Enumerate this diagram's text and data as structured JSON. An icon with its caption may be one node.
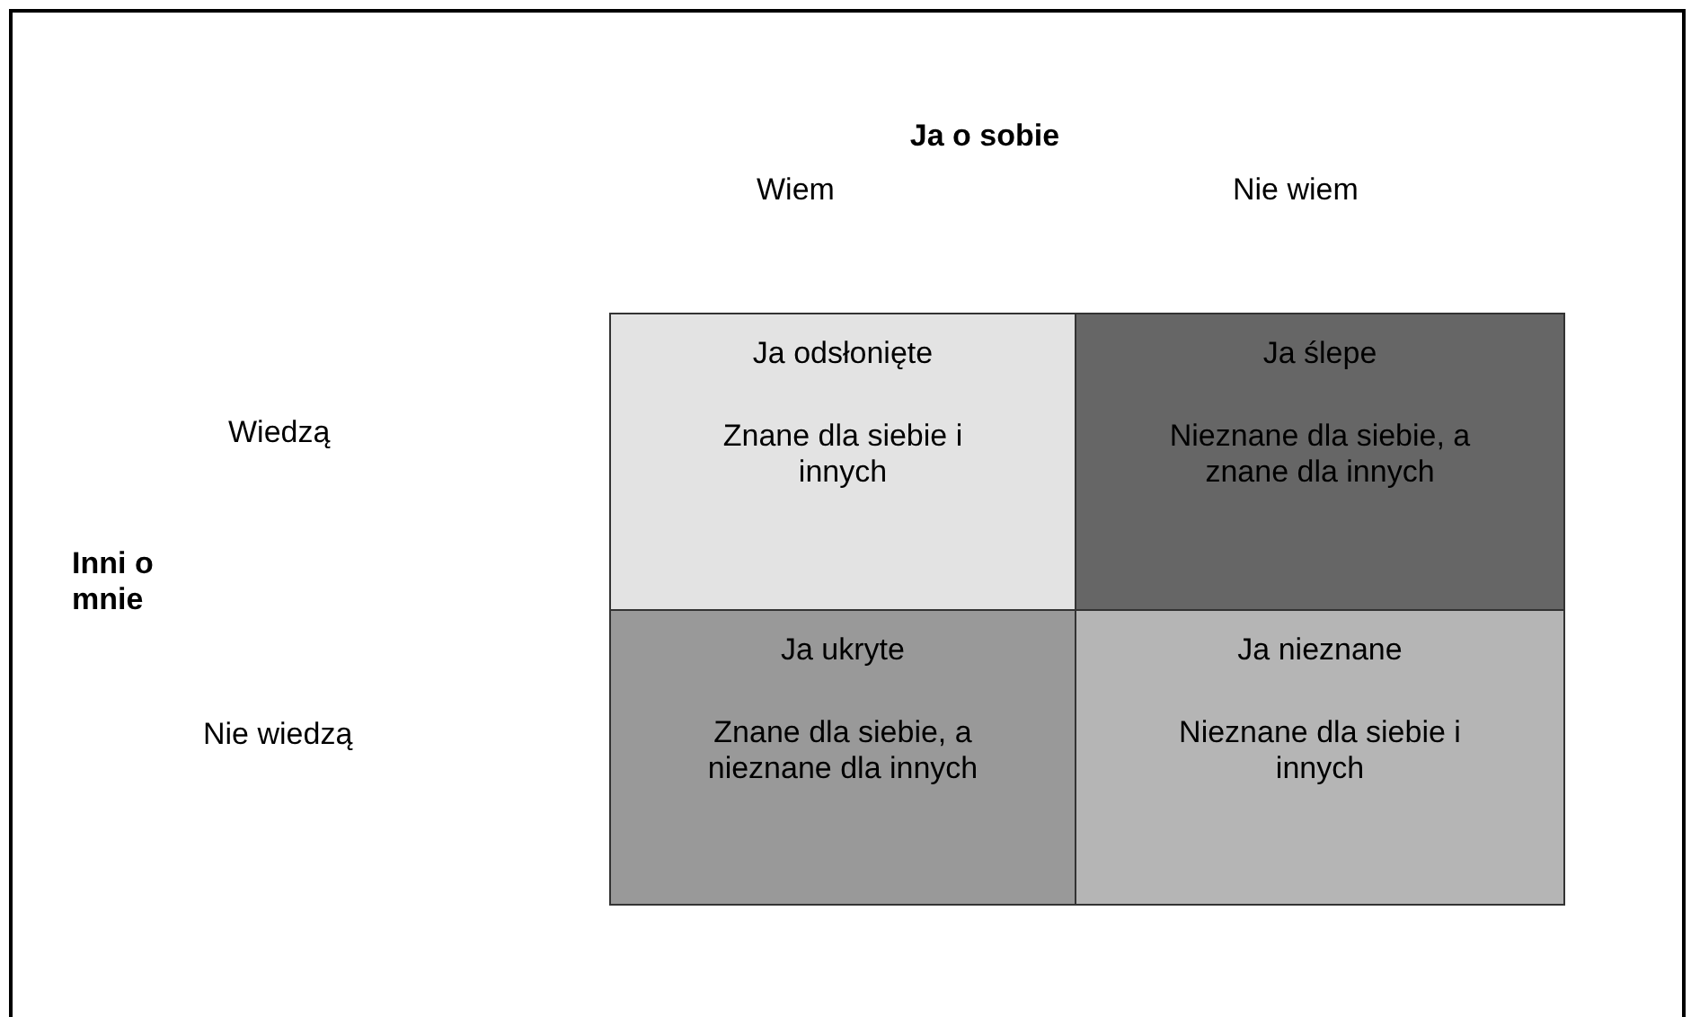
{
  "diagram": {
    "nodes": [
      {
        "text": [
          "Ja odsłonięte",
          "Znane dla siebie i innych"
        ]
      },
      {
        "text": [
          "Ja ślepe",
          "Nieznane dla siebie, a znane dla innych"
        ]
      },
      {
        "text": [
          "Ja ukryte",
          "Znane dla siebie, a nieznane dla innych"
        ]
      },
      {
        "text": [
          "Ja nieznane",
          "Nieznane dla siebie i innych"
        ]
      }
    ],
    "labels": [
      "Ja o sobie",
      "Wiem",
      "Nie wiem",
      "Wiedzą",
      "Inni o mnie",
      "Nie wiedzą"
    ]
  }
}
